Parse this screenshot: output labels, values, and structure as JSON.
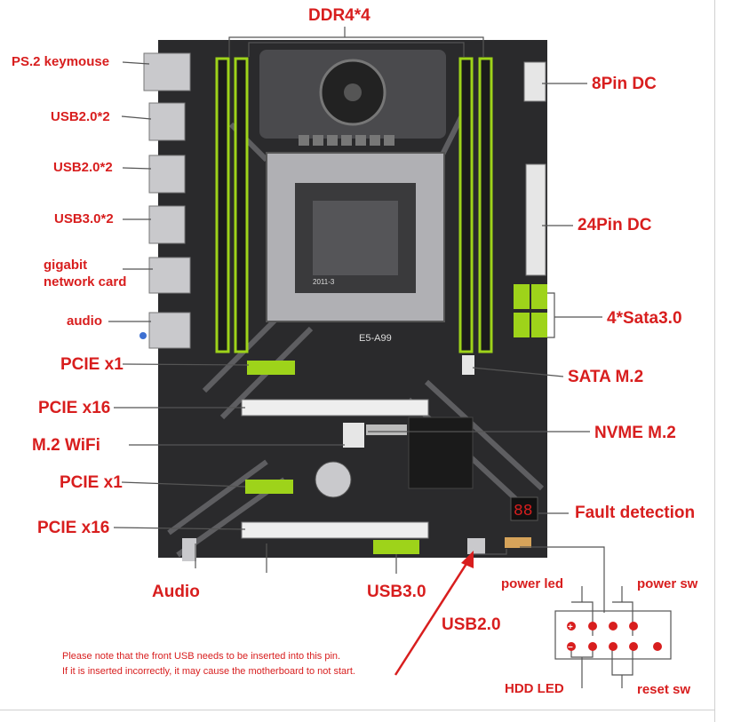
{
  "board": {
    "model_text": "E5-A99",
    "socket_text": "2011-3",
    "fault_digits": "88"
  },
  "labels": {
    "ddr": "DDR4*4",
    "ps2": "PS.2 keymouse",
    "usb20_a": "USB2.0*2",
    "usb20_b": "USB2.0*2",
    "usb30": "USB3.0*2",
    "gigabit_line1": "gigabit",
    "gigabit_line2": "network card",
    "audio_port": "audio",
    "pcie_x1_top": "PCIE x1",
    "pcie_x16_top": "PCIE x16",
    "m2_wifi": "M.2 WiFi",
    "pcie_x1_bottom": "PCIE x1",
    "pcie_x16_bottom": "PCIE x16",
    "pin8_dc": "8Pin DC",
    "pin24_dc": "24Pin DC",
    "sata": "4*Sata3.0",
    "sata_m2": "SATA M.2",
    "nvme_m2": "NVME M.2",
    "fault": "Fault detection",
    "audio_header": "Audio",
    "usb30_header": "USB3.0",
    "usb20_header": "USB2.0",
    "power_led": "power led",
    "power_sw": "power sw",
    "hdd_led": "HDD LED",
    "reset_sw": "reset sw"
  },
  "header_pins": {
    "plus": "+",
    "minus": "−"
  },
  "note": {
    "line1": "Please note that the front USB needs to be inserted into this pin.",
    "line2": "If it is inserted incorrectly, it may cause the motherboard to not start."
  },
  "colors": {
    "label": "#d81e1e",
    "board": "#2a2a2c",
    "accent_green": "#9ed31a",
    "leader": "#555555"
  }
}
